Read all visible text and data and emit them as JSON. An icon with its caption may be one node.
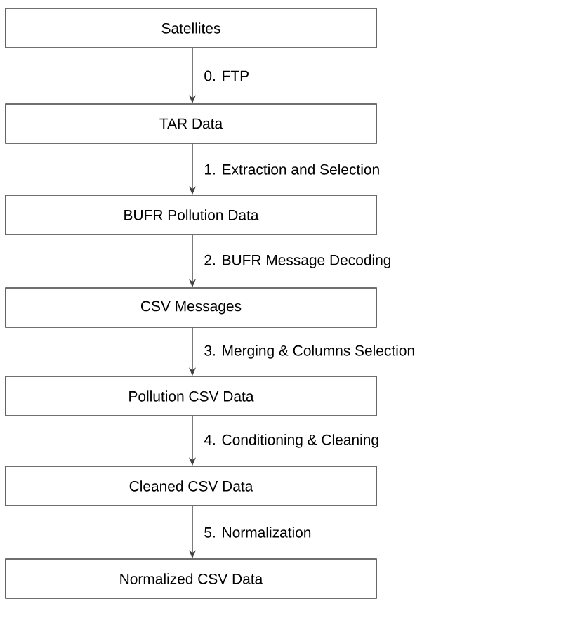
{
  "diagram": {
    "nodes": [
      {
        "text": [
          "Satellites"
        ]
      },
      {
        "text": [
          "TAR Data"
        ]
      },
      {
        "text": [
          "BUFR Pollution Data"
        ]
      },
      {
        "text": [
          "CSV Messages"
        ]
      },
      {
        "text": [
          "Pollution CSV Data"
        ]
      },
      {
        "text": [
          "Cleaned CSV Data"
        ]
      },
      {
        "text": [
          "Normalized CSV Data"
        ]
      }
    ],
    "edges": [
      {
        "from": 0,
        "to": 1,
        "arrow": "to",
        "label": "0. FTP"
      },
      {
        "from": 1,
        "to": 2,
        "arrow": "to",
        "label": "1. Extraction and Selection"
      },
      {
        "from": 2,
        "to": 3,
        "arrow": "to",
        "label": "2. BUFR Message Decoding"
      },
      {
        "from": 3,
        "to": 4,
        "arrow": "to",
        "label": "3. Merging & Columns Selection"
      },
      {
        "from": 4,
        "to": 5,
        "arrow": "to",
        "label": "4. Conditioning & Cleaning"
      },
      {
        "from": 5,
        "to": 6,
        "arrow": "to",
        "label": "5. Normalization"
      }
    ]
  }
}
